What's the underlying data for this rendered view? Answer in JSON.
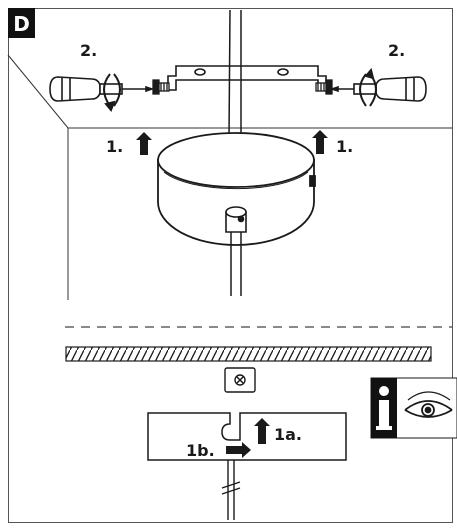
{
  "panel": {
    "badge_letter": "D"
  },
  "steps": {
    "screw_left": "2.",
    "screw_right": "2.",
    "lift_left": "1.",
    "lift_right": "1.",
    "hook_up": "1a.",
    "hook_slide": "1b."
  },
  "icons": {
    "info_symbol": "info-icon",
    "eye_symbol": "eye-icon"
  },
  "colors": {
    "ink": "#1a1a1a",
    "badge_bg": "#111111",
    "paper": "#ffffff"
  }
}
